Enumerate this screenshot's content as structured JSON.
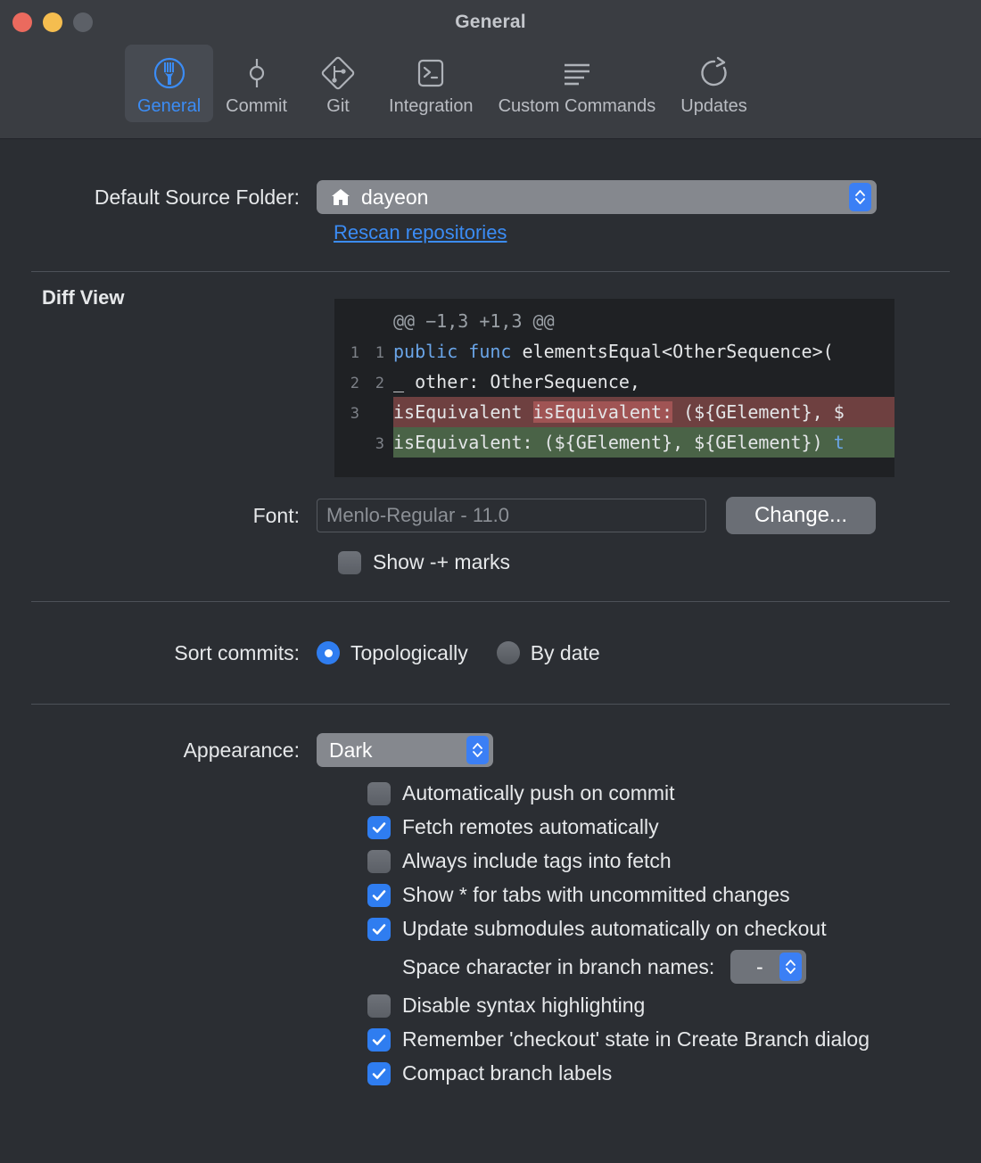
{
  "window": {
    "title": "General",
    "traffic_lights": [
      "close",
      "minimize",
      "zoom"
    ]
  },
  "toolbar": {
    "items": [
      {
        "label": "General",
        "icon": "fork-circle-icon",
        "active": true
      },
      {
        "label": "Commit",
        "icon": "commit-node-icon",
        "active": false
      },
      {
        "label": "Git",
        "icon": "git-diamond-icon",
        "active": false
      },
      {
        "label": "Integration",
        "icon": "terminal-icon",
        "active": false
      },
      {
        "label": "Custom Commands",
        "icon": "lines-list-icon",
        "active": false
      },
      {
        "label": "Updates",
        "icon": "refresh-arrow-icon",
        "active": false
      }
    ]
  },
  "source_folder": {
    "label": "Default Source Folder:",
    "value": "dayeon",
    "icon": "home-icon",
    "rescan_link": "Rescan repositories"
  },
  "diff_view": {
    "section_title": "Diff View",
    "lines": [
      {
        "old": "",
        "new": "",
        "type": "hunk",
        "text": "@@ −1,3 +1,3 @@"
      },
      {
        "old": "1",
        "new": "1",
        "type": "context",
        "text": "public func elementsEqual<OtherSequence>("
      },
      {
        "old": "2",
        "new": "2",
        "type": "context",
        "text": "_ other: OtherSequence,"
      },
      {
        "old": "3",
        "new": "",
        "type": "delete",
        "text": "isEquivalent isEquivalent: (${GElement}, $",
        "highlight": "isEquivalent:"
      },
      {
        "old": "",
        "new": "3",
        "type": "add",
        "text": "isEquivalent: (${GElement}, ${GElement}) t"
      }
    ],
    "font": {
      "label": "Font:",
      "value": "Menlo-Regular - 11.0",
      "change_button": "Change..."
    },
    "show_marks": {
      "label": "Show -+ marks",
      "checked": false
    }
  },
  "sort_commits": {
    "label": "Sort commits:",
    "options": [
      {
        "label": "Topologically",
        "selected": true
      },
      {
        "label": "By date",
        "selected": false
      }
    ]
  },
  "appearance": {
    "label": "Appearance:",
    "value": "Dark",
    "checkboxes": [
      {
        "label": "Automatically push on commit",
        "checked": false
      },
      {
        "label": "Fetch remotes automatically",
        "checked": true
      },
      {
        "label": "Always include tags into fetch",
        "checked": false
      },
      {
        "label": "Show * for tabs with uncommitted changes",
        "checked": true
      },
      {
        "label": "Update submodules automatically on checkout",
        "checked": true
      }
    ],
    "space_character": {
      "label": "Space character in branch names:",
      "value": "-"
    },
    "checkboxes_after": [
      {
        "label": "Disable syntax highlighting",
        "checked": false
      },
      {
        "label": "Remember 'checkout' state in Create Branch dialog",
        "checked": true
      },
      {
        "label": "Compact branch labels",
        "checked": true
      }
    ]
  },
  "colors": {
    "accent": "#3b8cf5",
    "checkbox_on": "#2f7df0",
    "diff_delete_bg": "#6e4040",
    "diff_delete_word": "#a05454",
    "diff_add_bg": "#4a6347",
    "window_bg": "#2b2e33",
    "toolbar_bg": "#3a3d42"
  }
}
